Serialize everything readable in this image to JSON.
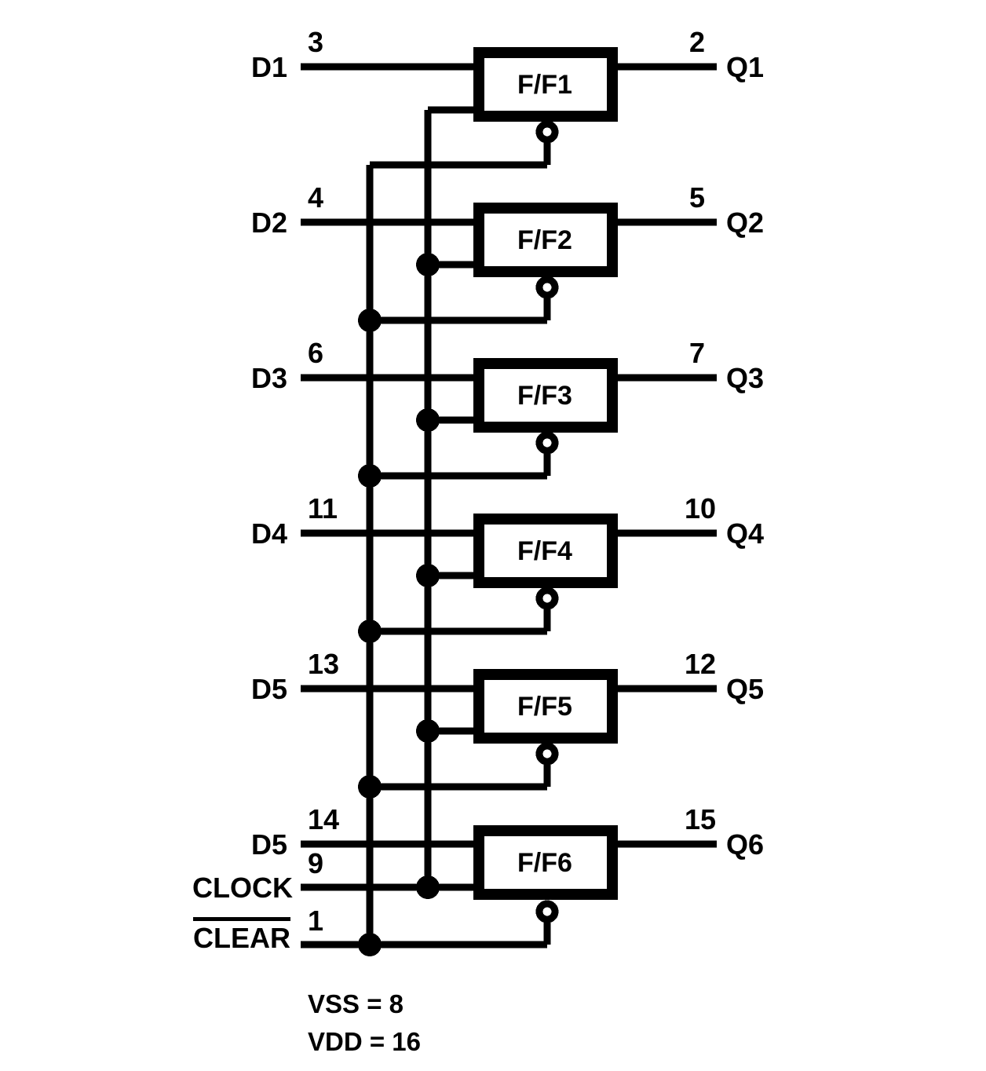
{
  "diagram": {
    "title": "Hex D-type flip-flop logic diagram",
    "block_label_prefix": "F/F",
    "stroke_color": "#000000",
    "background_color": "#ffffff"
  },
  "flipflops": [
    {
      "name": "F/F1",
      "input_label": "D1",
      "input_pin": "3",
      "output_label": "Q1",
      "output_pin": "2"
    },
    {
      "name": "F/F2",
      "input_label": "D2",
      "input_pin": "4",
      "output_label": "Q2",
      "output_pin": "5"
    },
    {
      "name": "F/F3",
      "input_label": "D3",
      "input_pin": "6",
      "output_label": "Q3",
      "output_pin": "7"
    },
    {
      "name": "F/F4",
      "input_label": "D4",
      "input_pin": "11",
      "output_label": "Q4",
      "output_pin": "10"
    },
    {
      "name": "F/F5",
      "input_label": "D5",
      "input_pin": "13",
      "output_label": "Q5",
      "output_pin": "12"
    },
    {
      "name": "F/F6",
      "input_label": "D5",
      "input_pin": "14",
      "output_label": "Q6",
      "output_pin": "15"
    }
  ],
  "control_inputs": [
    {
      "label": "CLOCK",
      "pin": "9",
      "overbar": false
    },
    {
      "label": "CLEAR",
      "pin": "1",
      "overbar": true
    }
  ],
  "power": [
    {
      "text": "VSS = 8"
    },
    {
      "text": "VDD = 16"
    }
  ]
}
